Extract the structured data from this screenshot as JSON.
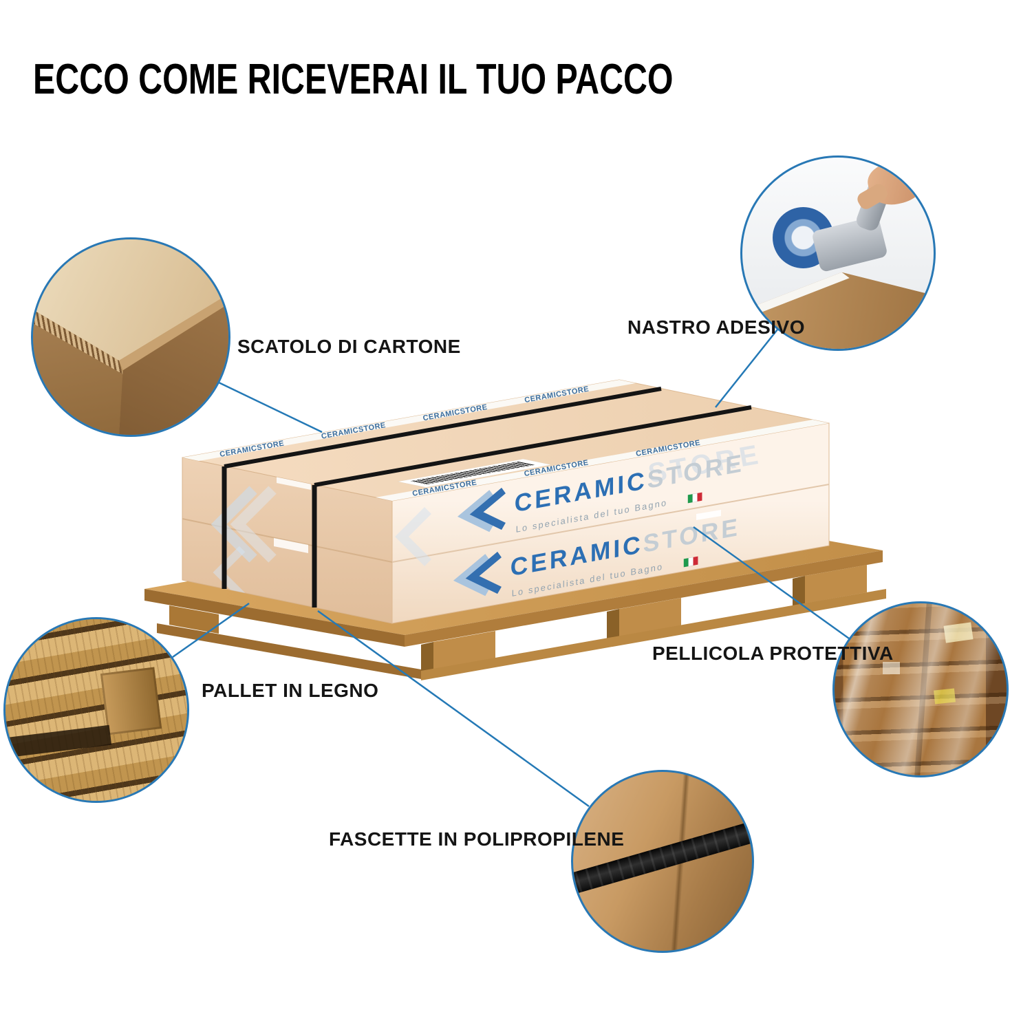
{
  "title": "ECCO COME RICEVERAI IL TUO PACCO",
  "brand": {
    "name": "CERAMIC",
    "suffix": "STORE",
    "tagline": "Lo specialista del tuo Bagno",
    "tape_label": "CERAMICSTORE"
  },
  "callouts": {
    "scatolo": {
      "label": "SCATOLO DI CARTONE"
    },
    "nastro": {
      "label": "NASTRO ADESIVO"
    },
    "pellicola": {
      "label": "PELLICOLA PROTETTIVA"
    },
    "pallet": {
      "label": "PALLET IN LEGNO"
    },
    "fascette": {
      "label": "FASCETTE IN POLIPROPILENE"
    }
  },
  "colors": {
    "accent_blue": "#2878b5",
    "brand_blue": "#2c6fb4",
    "brand_gray": "#c4cdd4",
    "flag_green": "#1f9a4d",
    "flag_red": "#ce2b37"
  }
}
